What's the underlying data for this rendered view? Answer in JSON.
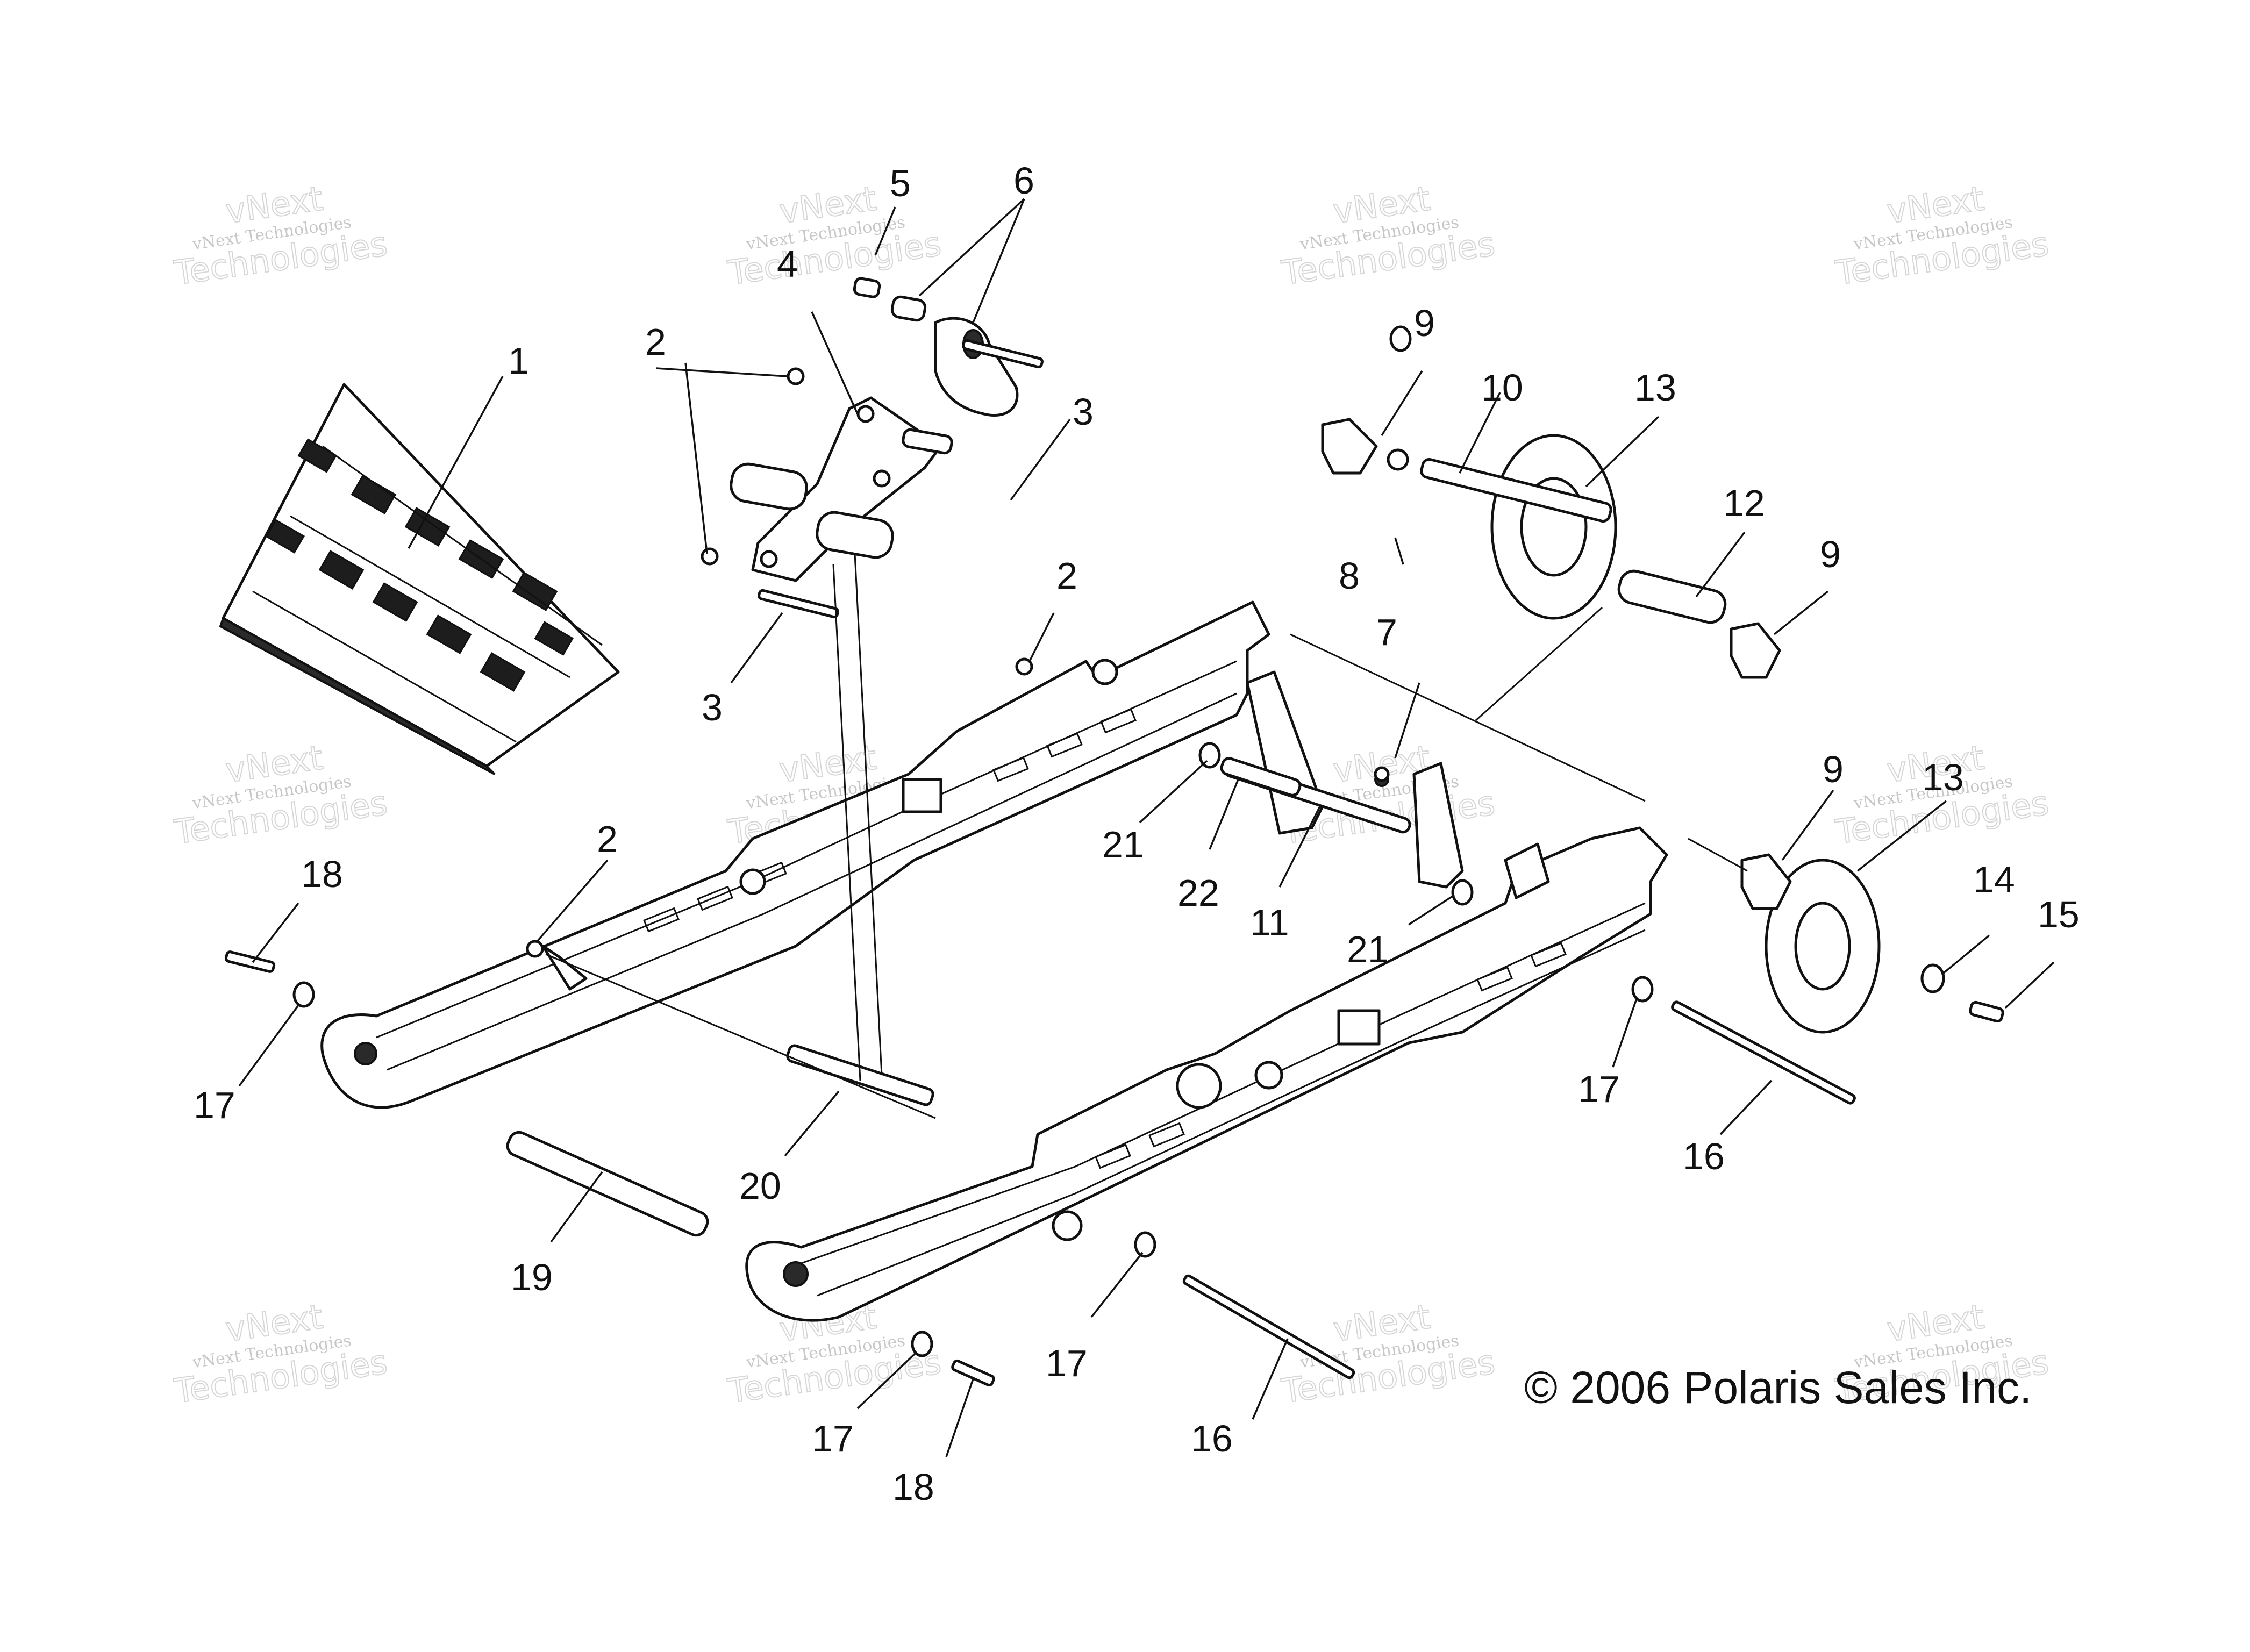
{
  "copyright": "© 2006 Polaris Sales Inc.",
  "watermark": {
    "line1": "vNext Technologies",
    "line2": "vNext",
    "line3": "Technologies"
  },
  "callouts": [
    {
      "id": "c1",
      "text": "1"
    },
    {
      "id": "c2a",
      "text": "2"
    },
    {
      "id": "c2b",
      "text": "2"
    },
    {
      "id": "c2c",
      "text": "2"
    },
    {
      "id": "c3a",
      "text": "3"
    },
    {
      "id": "c3b",
      "text": "3"
    },
    {
      "id": "c4",
      "text": "4"
    },
    {
      "id": "c5",
      "text": "5"
    },
    {
      "id": "c6",
      "text": "6"
    },
    {
      "id": "c7",
      "text": "7"
    },
    {
      "id": "c8",
      "text": "8"
    },
    {
      "id": "c9a",
      "text": "9"
    },
    {
      "id": "c9b",
      "text": "9"
    },
    {
      "id": "c9c",
      "text": "9"
    },
    {
      "id": "c10",
      "text": "10"
    },
    {
      "id": "c11",
      "text": "11"
    },
    {
      "id": "c12",
      "text": "12"
    },
    {
      "id": "c13a",
      "text": "13"
    },
    {
      "id": "c13b",
      "text": "13"
    },
    {
      "id": "c14",
      "text": "14"
    },
    {
      "id": "c15",
      "text": "15"
    },
    {
      "id": "c16a",
      "text": "16"
    },
    {
      "id": "c16b",
      "text": "16"
    },
    {
      "id": "c17a",
      "text": "17"
    },
    {
      "id": "c17b",
      "text": "17"
    },
    {
      "id": "c17c",
      "text": "17"
    },
    {
      "id": "c17d",
      "text": "17"
    },
    {
      "id": "c18a",
      "text": "18"
    },
    {
      "id": "c18b",
      "text": "18"
    },
    {
      "id": "c19",
      "text": "19"
    },
    {
      "id": "c20",
      "text": "20"
    },
    {
      "id": "c21a",
      "text": "21"
    },
    {
      "id": "c21b",
      "text": "21"
    },
    {
      "id": "c22",
      "text": "22"
    }
  ]
}
